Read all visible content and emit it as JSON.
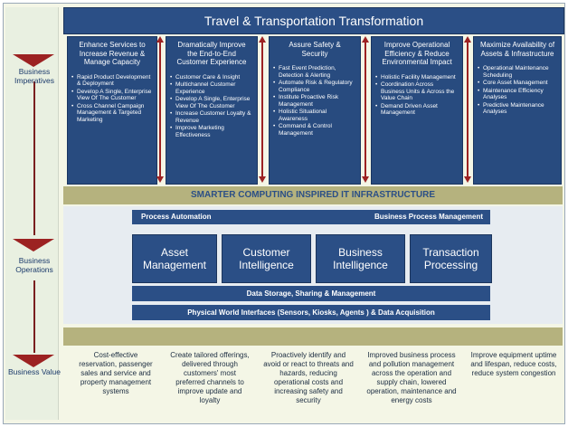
{
  "title": "Travel & Transportation Transformation",
  "left_labels": {
    "imperatives": "Business Imperatives",
    "operations": "Business Operations",
    "value": "Business Value"
  },
  "columns": [
    {
      "title": "Enhance Services to Increase Revenue & Manage Capacity",
      "bullets": [
        "Rapid Product Development & Deployment",
        "Develop A Single, Enterprise View Of The Customer",
        "Cross Channel Campaign Management & Targeted Marketing"
      ]
    },
    {
      "title": "Dramatically Improve the End-to-End Customer Experience",
      "bullets": [
        "Customer Care & Insight",
        "Multichannel Customer Experience",
        "Develop A Single, Enterprise View Of The Customer",
        "Increase Customer Loyalty & Revenue",
        "Improve Marketing Effectiveness"
      ]
    },
    {
      "title": "Assure Safety & Security",
      "bullets": [
        "Fast Event Prediction, Detection & Alerting",
        "Automate Risk & Regulatory Compliance",
        "Institute Proactive Risk Management",
        "Holistic Situational Awareness",
        "Command & Control Management"
      ]
    },
    {
      "title": "Improve Operational Efficiency & Reduce Environmental Impact",
      "bullets": [
        "Holistic Facility Management",
        "Coordination Across Business Units & Across the Value Chain",
        "Demand Driven Asset Management"
      ]
    },
    {
      "title": "Maximize Availability of Assets & Infrastructure",
      "bullets": [
        "Operational Maintenance Scheduling",
        "Core Asset Management",
        "Maintenance Efficiency Analyses",
        "Predictive Maintenance Analyses"
      ]
    }
  ],
  "infrastructure": "SMARTER COMPUTING INSPIRED IT INFRASTRUCTURE",
  "process_automation": "Process Automation",
  "bpm": "Business Process Management",
  "capabilities": [
    "Asset Management",
    "Customer Intelligence",
    "Business Intelligence",
    "Transaction Processing"
  ],
  "data_storage": "Data Storage, Sharing & Management",
  "physical": "Physical World Interfaces (Sensors, Kiosks, Agents ) & Data Acquisition",
  "values": [
    "Cost-effective reservation, passenger sales and service and property management systems",
    "Create tailored offerings, delivered through customers' most preferred channels to improve update and loyalty",
    "Proactively identify and avoid or react to threats and hazards, reducing operational costs and increasing safety and security",
    "Improved business process and pollution management across the operation and supply chain, lowered operation, maintenance and energy costs",
    "Improve equipment uptime and lifespan, reduce costs, reduce system congestion"
  ],
  "colors": {
    "navy": "#2b4f86",
    "olive": "#b5b27e",
    "red": "#9c2222"
  }
}
